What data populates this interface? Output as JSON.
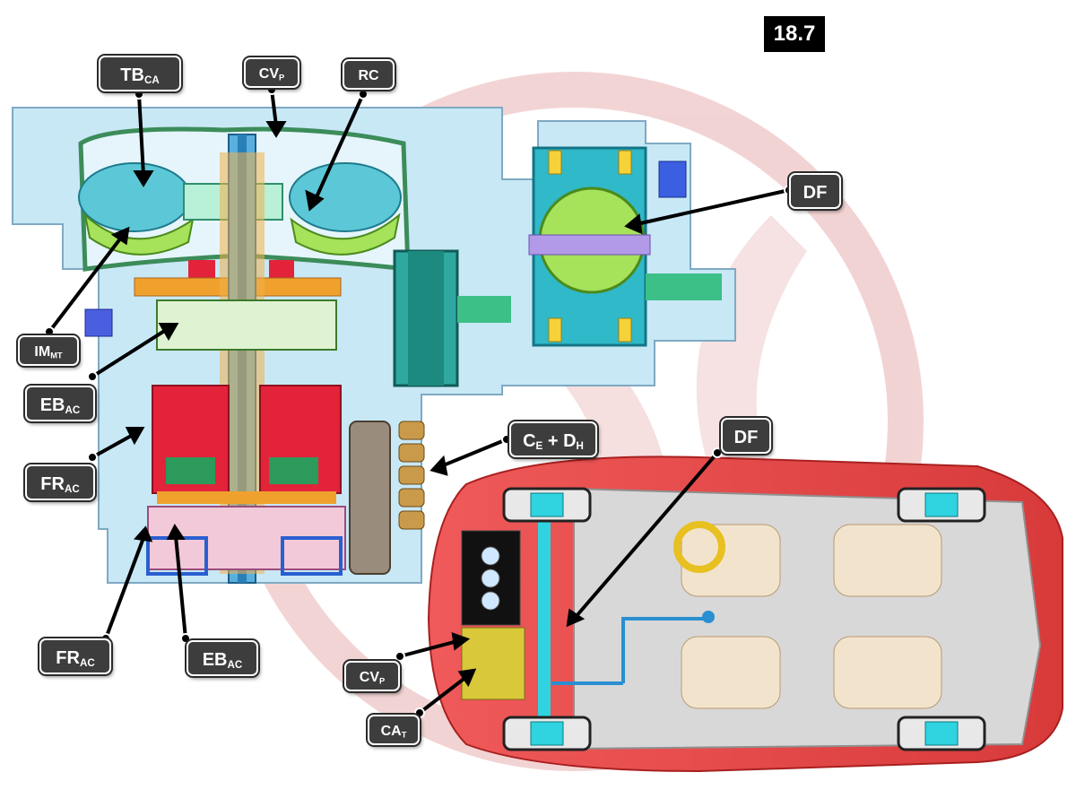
{
  "figure_number": "18.7",
  "labels": {
    "tb_ca": {
      "main": "TB",
      "sub": "CA"
    },
    "cv_p_top": {
      "main": "CV",
      "sub": "P"
    },
    "rc": {
      "main": "RC",
      "sub": ""
    },
    "df_top": {
      "main": "DF",
      "sub": ""
    },
    "im_mt": {
      "main": "IM",
      "sub": "MT"
    },
    "eb_ac_upper": {
      "main": "EB",
      "sub": "AC"
    },
    "fr_ac_upper": {
      "main": "FR",
      "sub": "AC"
    },
    "ce_dh": {
      "main1": "C",
      "sub1": "E",
      "plus": " + D",
      "sub2": "H"
    },
    "df_car": {
      "main": "DF",
      "sub": ""
    },
    "fr_ac_lower": {
      "main": "FR",
      "sub": "AC"
    },
    "eb_ac_lower": {
      "main": "EB",
      "sub": "AC"
    },
    "cv_p_car": {
      "main": "CV",
      "sub": "P"
    },
    "ca_t": {
      "main": "CA",
      "sub": "T"
    }
  },
  "colors": {
    "watermark": "#e8b8b8",
    "housing": "#bfe4f5",
    "converter": "#5cc7d6",
    "stator": "#a6e25a",
    "clutch_red": "#e2233a",
    "gear_orange": "#f0a12d",
    "shaft_blue": "#4aa8d8",
    "car_body": "#e84a4a",
    "wheel_hub": "#2fd4e0",
    "leader": "#000000"
  }
}
